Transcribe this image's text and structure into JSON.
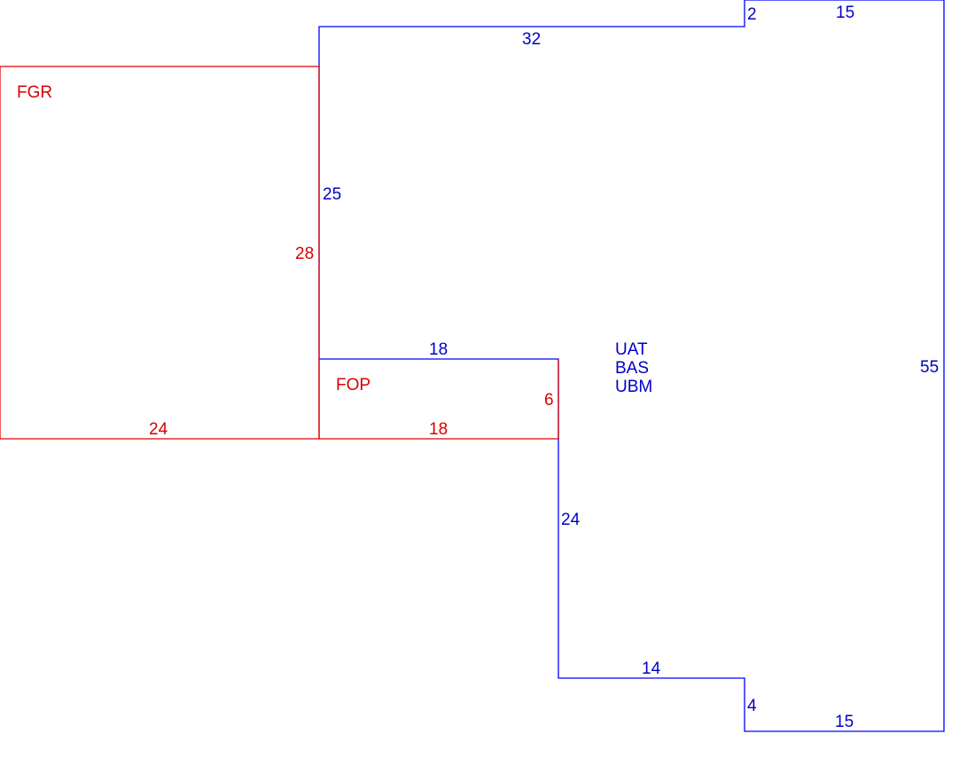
{
  "colors": {
    "main_area": "#0000ff",
    "garage_porch": "#e00000"
  },
  "main_area": {
    "codes": [
      "UAT",
      "BAS",
      "UBM"
    ],
    "dims": {
      "notch_top": "2",
      "top_right": "15",
      "top_left": "32",
      "left_upper": "25",
      "porch_top": "18",
      "right_side": "55",
      "left_lower": "24",
      "bottom_mid": "14",
      "notch_bottom": "4",
      "bottom_right": "15"
    }
  },
  "garage": {
    "code": "FGR",
    "dims": {
      "right_side": "28",
      "bottom": "24"
    }
  },
  "porch": {
    "code": "FOP",
    "dims": {
      "right_side": "6",
      "bottom": "18"
    }
  }
}
